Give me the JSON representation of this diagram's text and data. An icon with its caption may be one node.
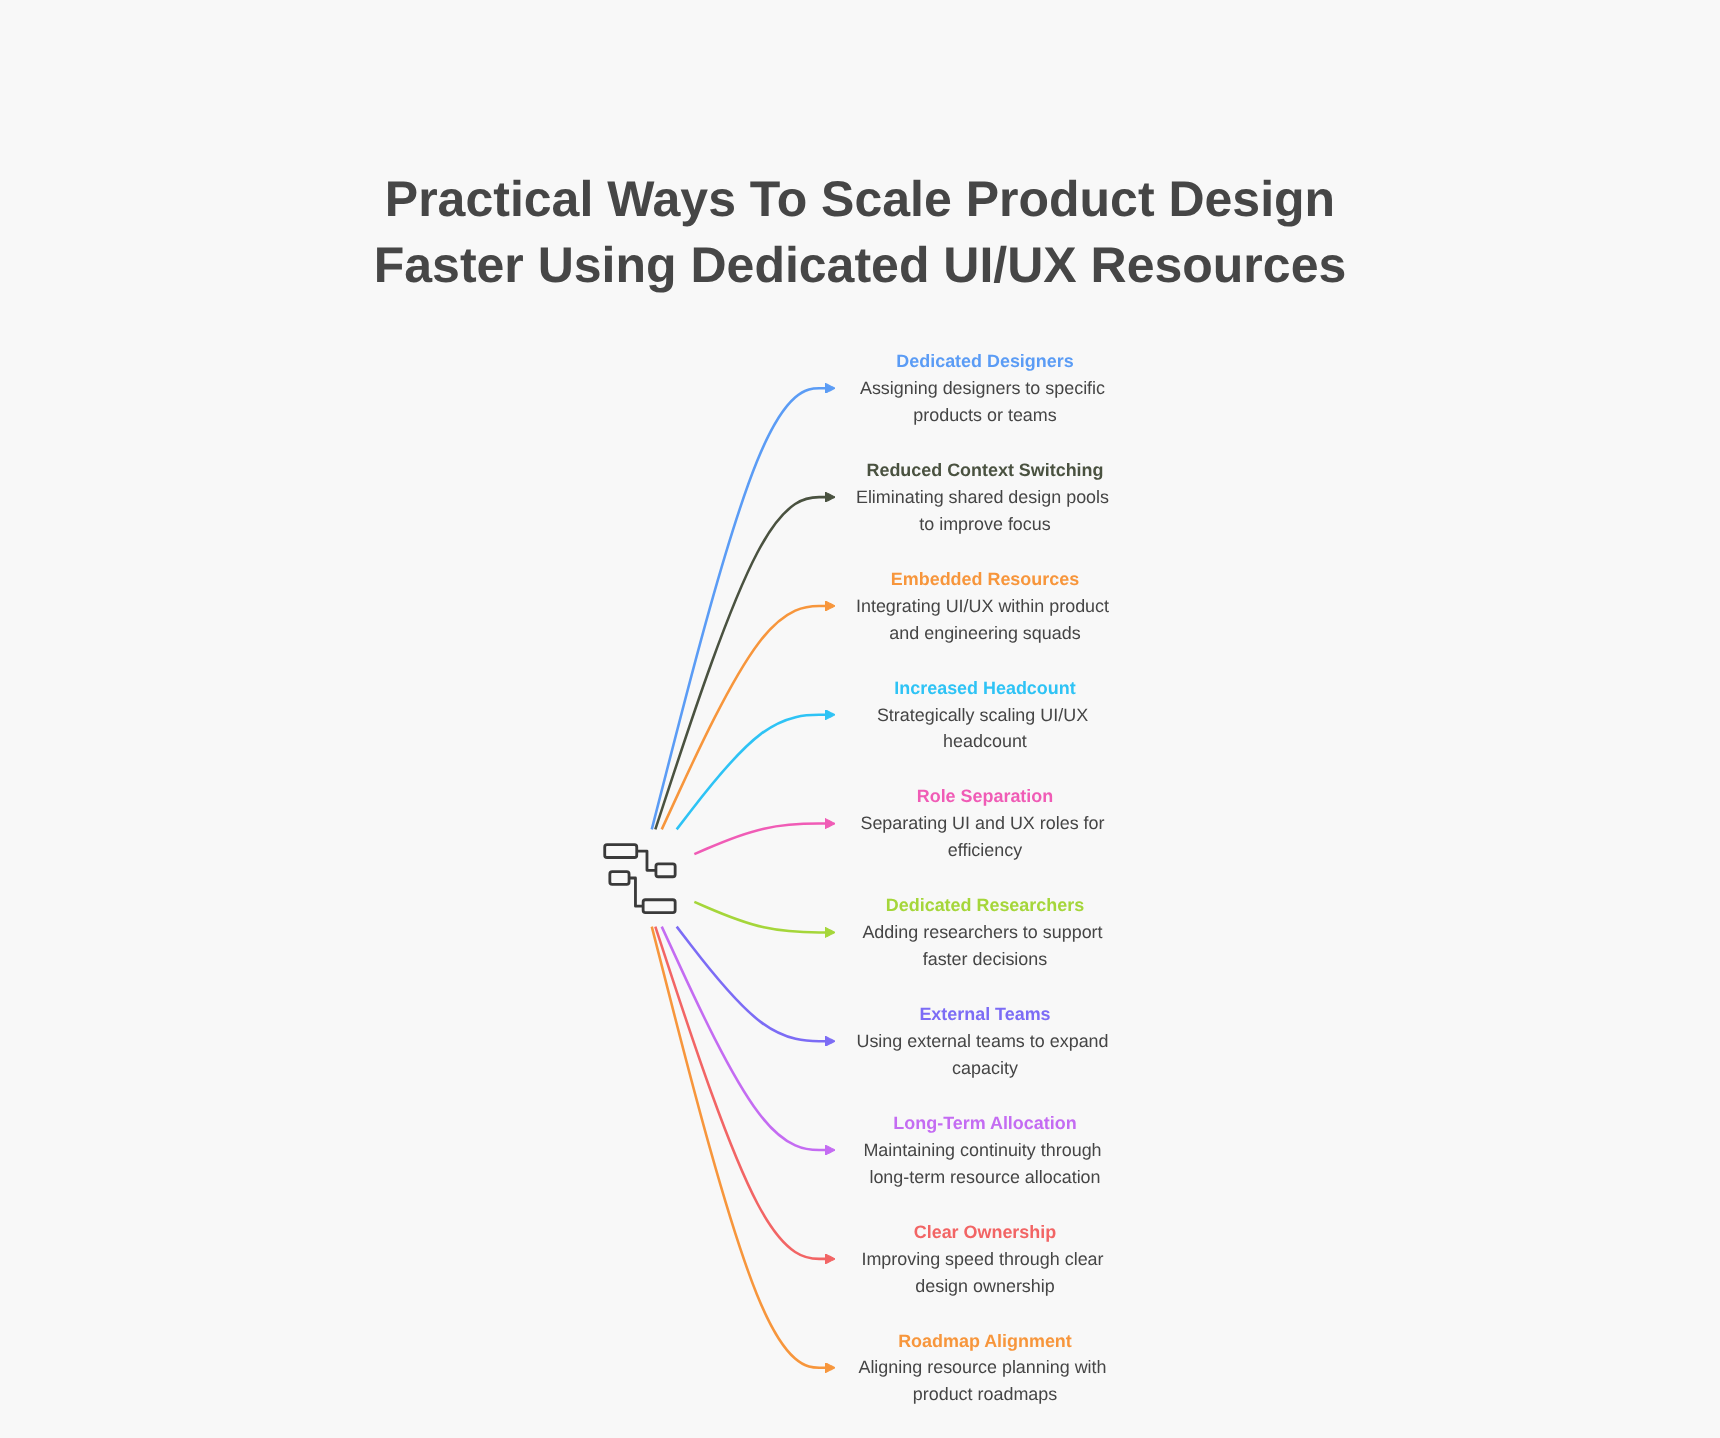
{
  "diagram": {
    "title": "Practical Ways To Scale Product Design Faster Using Dedicated UI/UX Resources",
    "nodes": [
      {
        "text": [],
        "shape": "picture"
      },
      {
        "text": [
          "Dedicated Designers",
          "Assigning designers to specific products or teams"
        ]
      },
      {
        "text": [
          "Reduced Context Switching",
          "Eliminating shared design pools to improve focus"
        ]
      },
      {
        "text": [
          "Embedded Resources",
          "Integrating UI/UX within product and engineering squads"
        ]
      },
      {
        "text": [
          "Increased Headcount",
          "Strategically scaling UI/UX headcount"
        ]
      },
      {
        "text": [
          "Role Separation",
          "Separating UI and UX roles for efficiency"
        ]
      },
      {
        "text": [
          "Dedicated Researchers",
          "Adding researchers to support faster decisions"
        ]
      },
      {
        "text": [
          "External Teams",
          "Using external teams to expand capacity"
        ]
      },
      {
        "text": [
          "Long-Term Allocation",
          "Maintaining continuity through long-term resource allocation"
        ]
      },
      {
        "text": [
          "Clear Ownership",
          "Improving speed through clear design ownership"
        ]
      },
      {
        "text": [
          "Roadmap Alignment",
          "Aligning resource planning with product roadmaps"
        ]
      }
    ],
    "edges": [
      {
        "from": 0,
        "to": 1,
        "arrow": "to",
        "color": "#5b9cf5"
      },
      {
        "from": 0,
        "to": 2,
        "arrow": "to",
        "color": "#4a5240"
      },
      {
        "from": 0,
        "to": 3,
        "arrow": "to",
        "color": "#f7963c"
      },
      {
        "from": 0,
        "to": 4,
        "arrow": "to",
        "color": "#2ec3f5"
      },
      {
        "from": 0,
        "to": 5,
        "arrow": "to",
        "color": "#f05cb6"
      },
      {
        "from": 0,
        "to": 6,
        "arrow": "to",
        "color": "#a5d63a"
      },
      {
        "from": 0,
        "to": 7,
        "arrow": "to",
        "color": "#7c6cf5"
      },
      {
        "from": 0,
        "to": 8,
        "arrow": "to",
        "color": "#c46cf2"
      },
      {
        "from": 0,
        "to": 9,
        "arrow": "to",
        "color": "#f26565"
      },
      {
        "from": 0,
        "to": 10,
        "arrow": "to",
        "color": "#f7963c"
      }
    ]
  }
}
